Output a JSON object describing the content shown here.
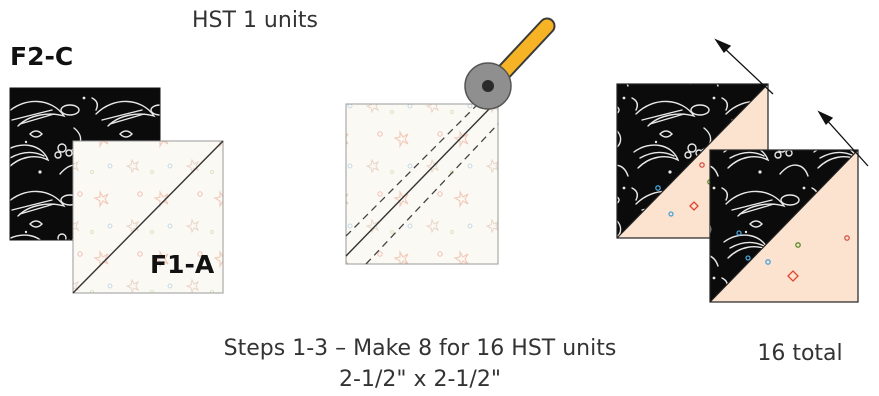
{
  "heading": "HST 1 units",
  "fabrics": {
    "dark_label": "F2-C",
    "light_label": "F1-A"
  },
  "captions": {
    "steps": "Steps 1-3 – Make 8 for 16 HST units",
    "size": "2-1/2\" x 2-1/2\"",
    "total": "16 total"
  },
  "colors": {
    "dark_fabric": "#0b0b0b",
    "dark_print": "#e8e8e8",
    "light_fabric": "#fbf9f4",
    "peach_fabric": "#fbe3cf",
    "cutter_handle": "#f5b325",
    "cutter_blade": "#8f8f8f",
    "outline": "#222222"
  },
  "icons": [
    "rotary-cutter-icon",
    "press-arrow-icon"
  ]
}
